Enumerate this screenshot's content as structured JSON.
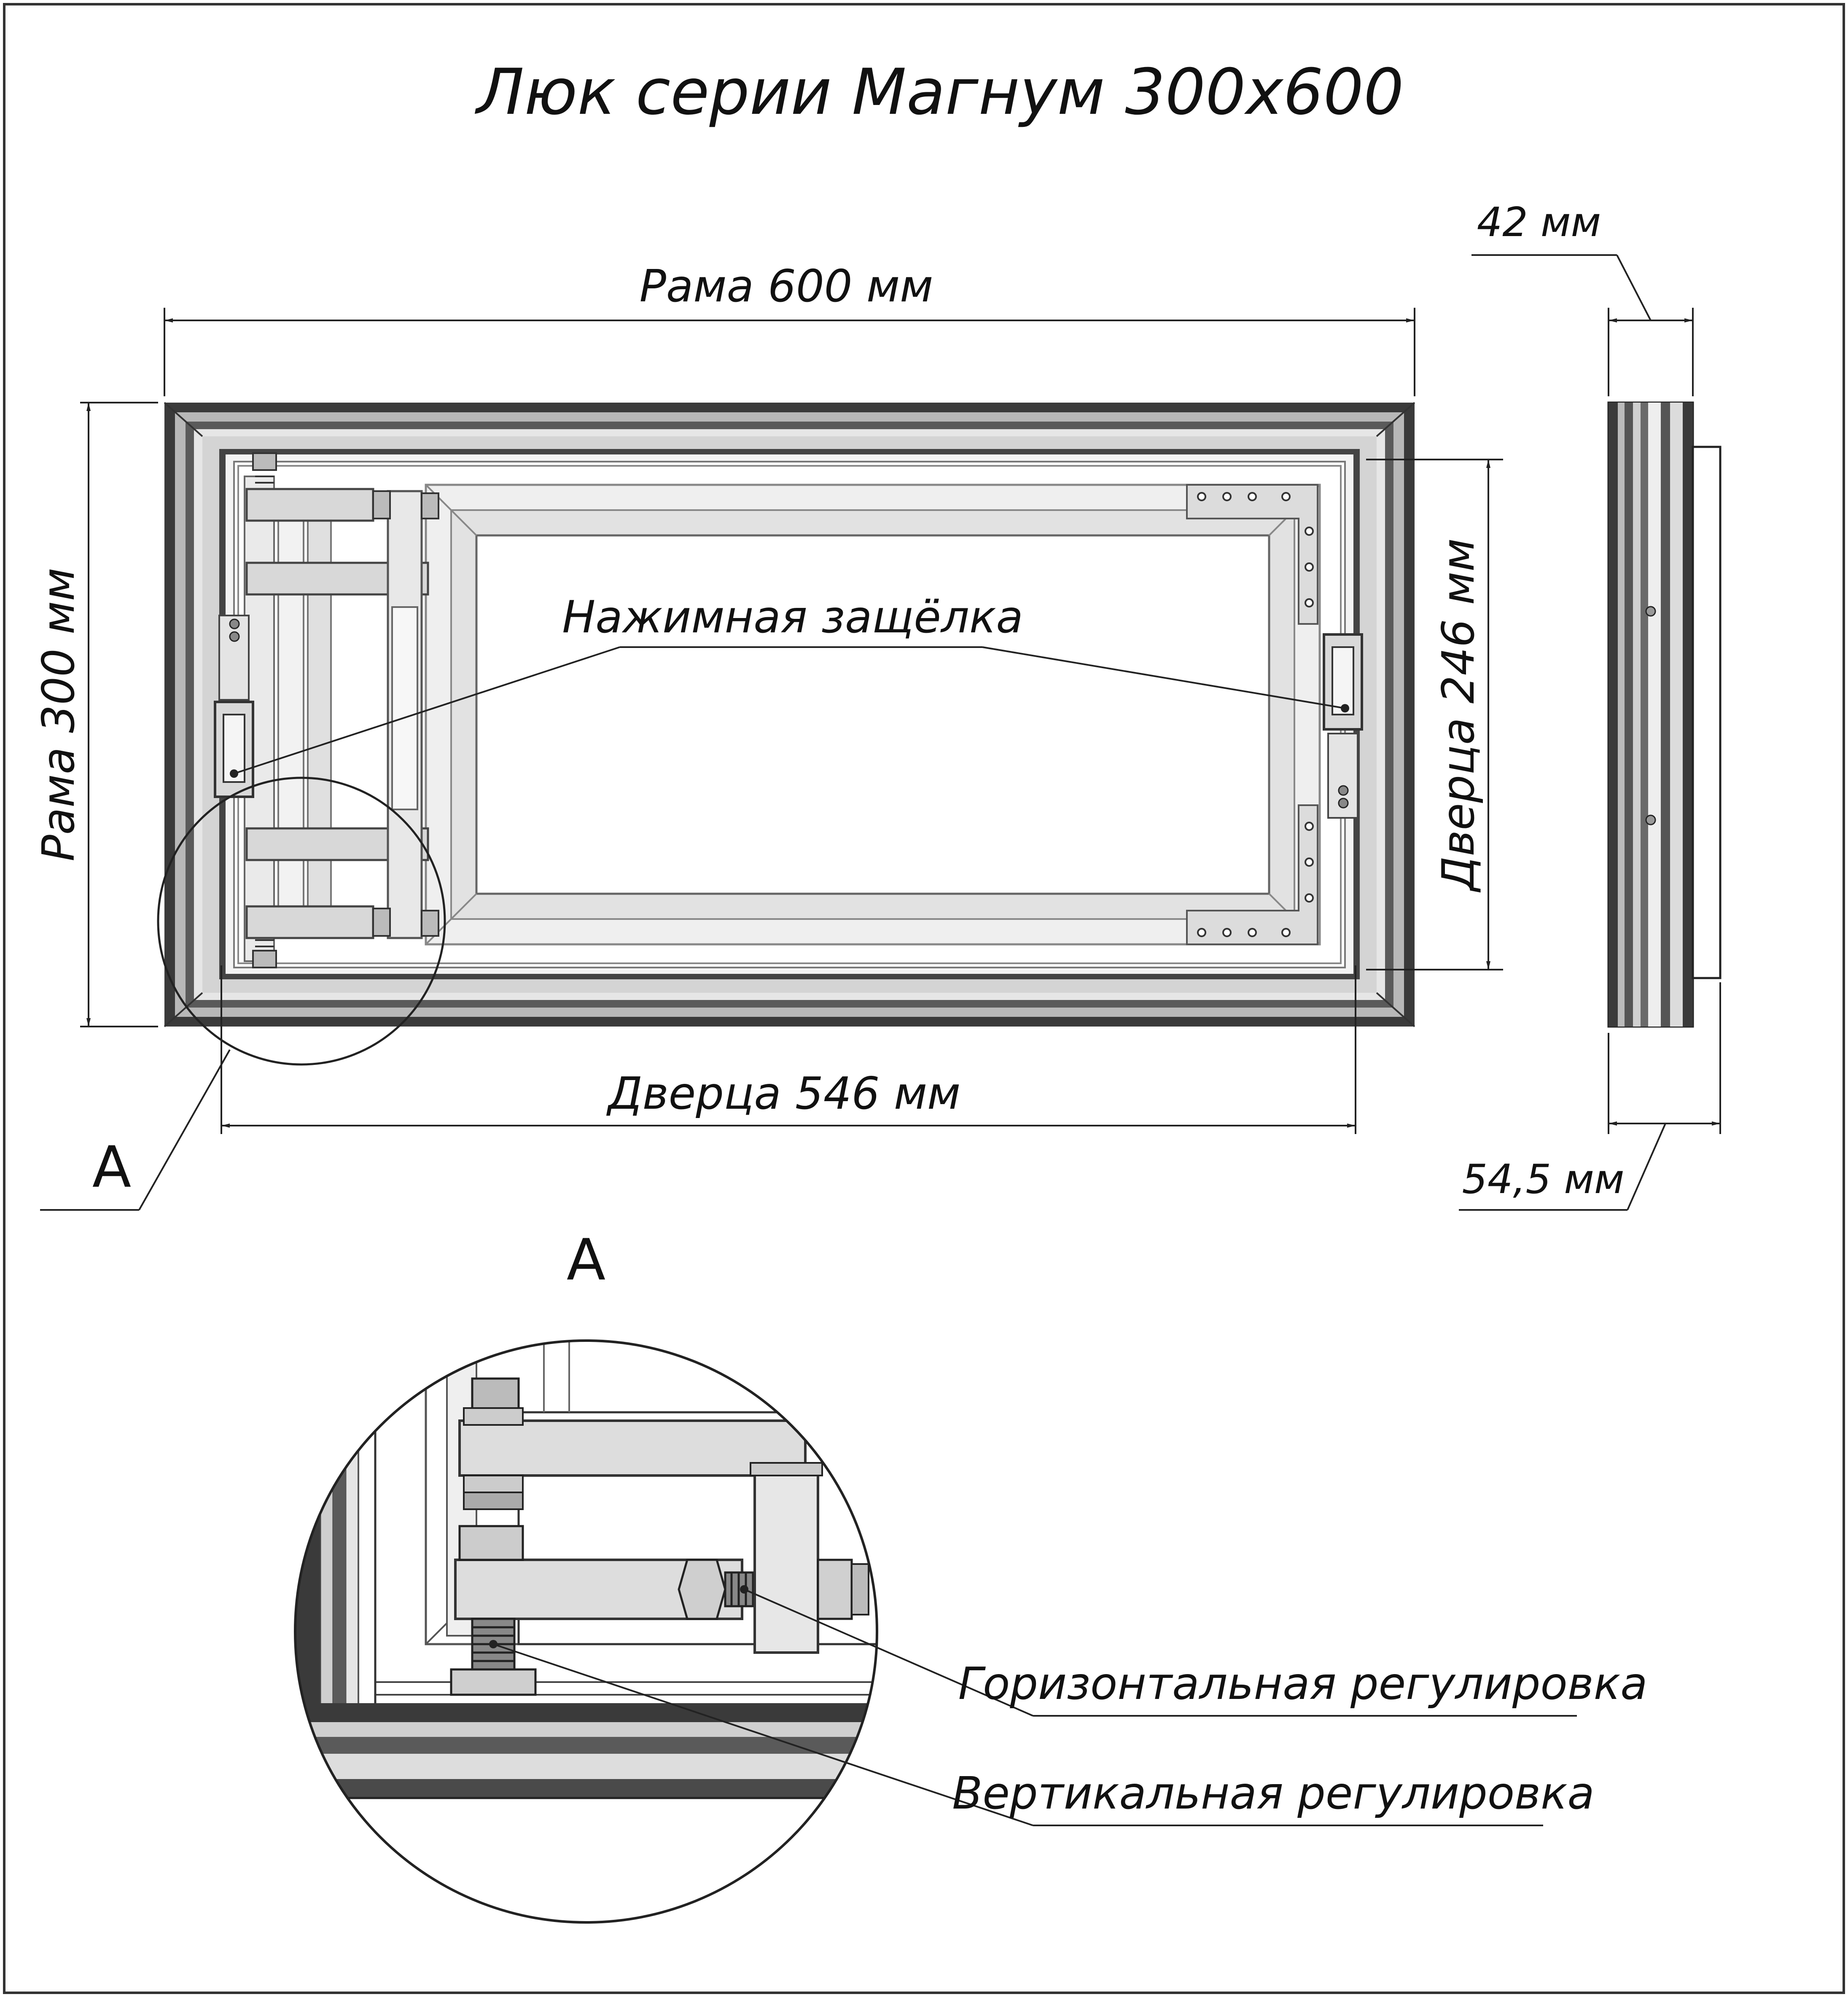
{
  "title": "Люк серии Магнум 300х600",
  "dimensions": {
    "frame_width": "Рама 600 мм",
    "frame_height": "Рама 300 мм",
    "door_width": "Дверца 546 мм",
    "door_height": "Дверца 246 мм",
    "depth_top": "42 мм",
    "depth_bottom": "54,5 мм"
  },
  "callouts": {
    "push_latch": "Нажимная защёлка",
    "horizontal_adjust": "Горизонтальная регулировка",
    "vertical_adjust": "Вертикальная регулировка"
  },
  "detail": {
    "marker": "А",
    "title": "А"
  },
  "colors": {
    "frame_dark": "#3a3a3a",
    "frame_mid": "#8a8a8a",
    "frame_light": "#d9d9d9",
    "line": "#222222"
  }
}
